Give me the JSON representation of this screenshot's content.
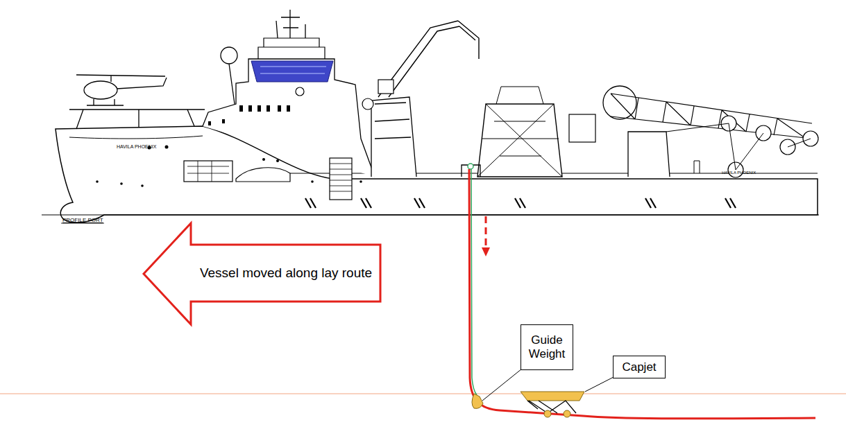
{
  "diagram": {
    "nodes": [
      {
        "text": [
          "Vessel moved along lay route"
        ]
      },
      {
        "text": [
          "Guide Weight"
        ]
      },
      {
        "text": [
          "Capjet"
        ]
      }
    ],
    "labels": [
      "HAVILA PHOENIX",
      "HAVILA PHOENIX",
      "PROFILE PORT"
    ]
  }
}
